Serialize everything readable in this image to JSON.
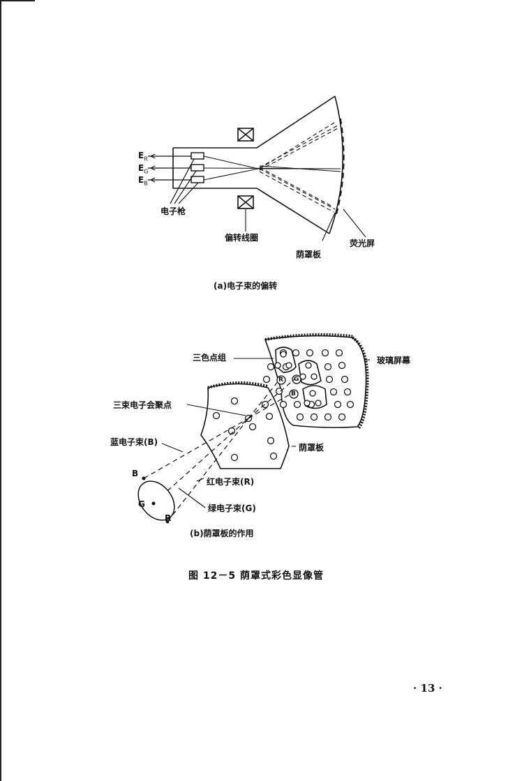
{
  "figure_a": {
    "gun_labels": [
      {
        "main": "E",
        "sub": "R"
      },
      {
        "main": "E",
        "sub": "G"
      },
      {
        "main": "E",
        "sub": "B"
      }
    ],
    "electron_gun": "电子枪",
    "deflection_coil": "偏转线圈",
    "shadow_mask": "荫罩板",
    "phosphor_screen": "荧光屏",
    "caption": "(a)电子束的偏转"
  },
  "figure_b": {
    "triad_group": "三色点组",
    "glass_screen": "玻璃屏幕",
    "convergence_point": "三束电子会聚点",
    "blue_beam": "蓝电子束(B)",
    "shadow_mask": "荫罩板",
    "red_beam": "红电子束(R)",
    "green_beam": "绿电子束(G)",
    "gun_b": "B",
    "gun_g": "G",
    "gun_r": "R",
    "dot_r": "R",
    "dot_g": "G",
    "dot_b": "B",
    "caption": "(b)荫罩板的作用"
  },
  "figure_caption": "图 12－5   荫罩式彩色显像管",
  "page_number": "· 13 ·"
}
